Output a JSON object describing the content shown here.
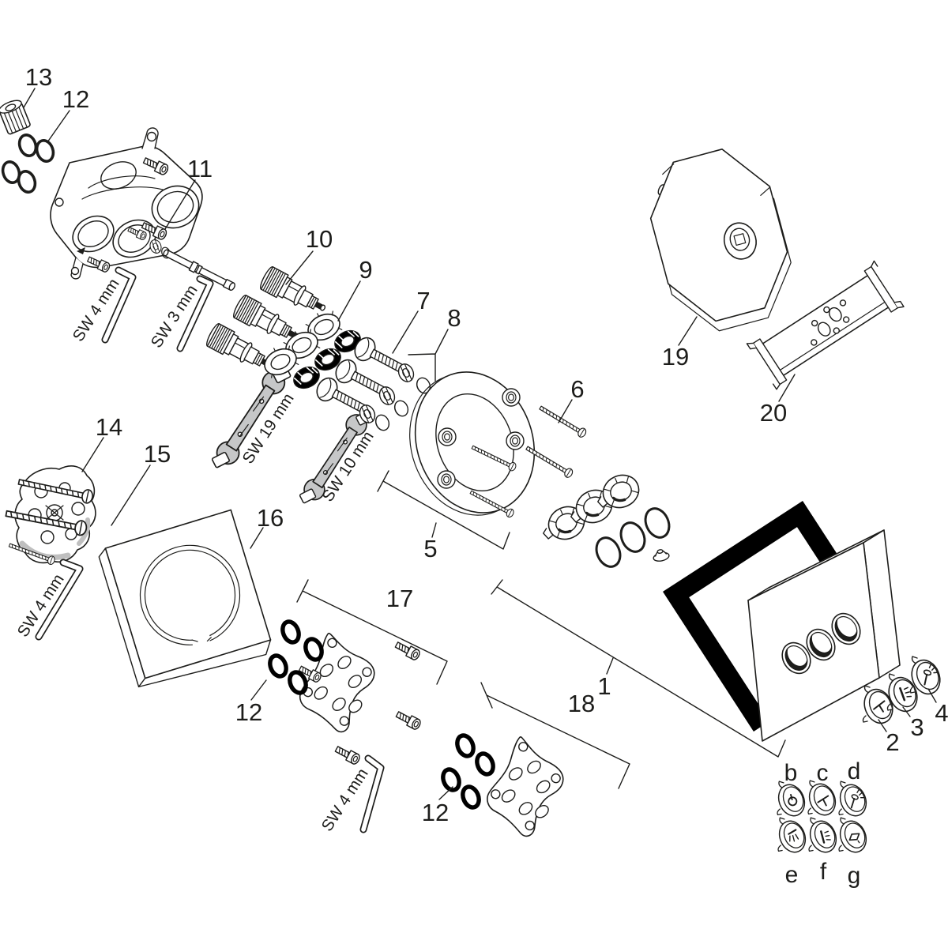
{
  "figure": {
    "kind": "exploded-parts-diagram",
    "background": "#ffffff",
    "line_color": "#1d1d1b",
    "tool_fill": "#c6c7c8",
    "seal_color": "#000000"
  },
  "callouts": {
    "n1": "1",
    "n2": "2",
    "n3": "3",
    "n4": "4",
    "n5": "5",
    "n6": "6",
    "n7": "7",
    "n8": "8",
    "n9": "9",
    "n10": "10",
    "n11": "11",
    "n12": "12",
    "n13": "13",
    "n14": "14",
    "n15": "15",
    "n16": "16",
    "n17": "17",
    "n18": "18",
    "n19": "19",
    "n20": "20"
  },
  "tool_labels": {
    "sw3": "SW 3 mm",
    "sw4": "SW 4 mm",
    "sw10": "SW 10 mm",
    "sw19": "SW 19 mm"
  },
  "button_variants": {
    "b": "b",
    "c": "c",
    "d": "d",
    "e": "e",
    "f": "f",
    "g": "g"
  },
  "icons": {
    "button_b": "power-icon",
    "button_c": "overhead-shower-icon",
    "button_d": "hand-shower-icon",
    "button_e": "shower-spray-icon",
    "button_f": "body-spray-icon",
    "button_g": "bath-spout-icon",
    "button_2": "overhead-shower-icon",
    "button_3": "body-spray-icon",
    "button_4": "hand-shower-icon"
  }
}
